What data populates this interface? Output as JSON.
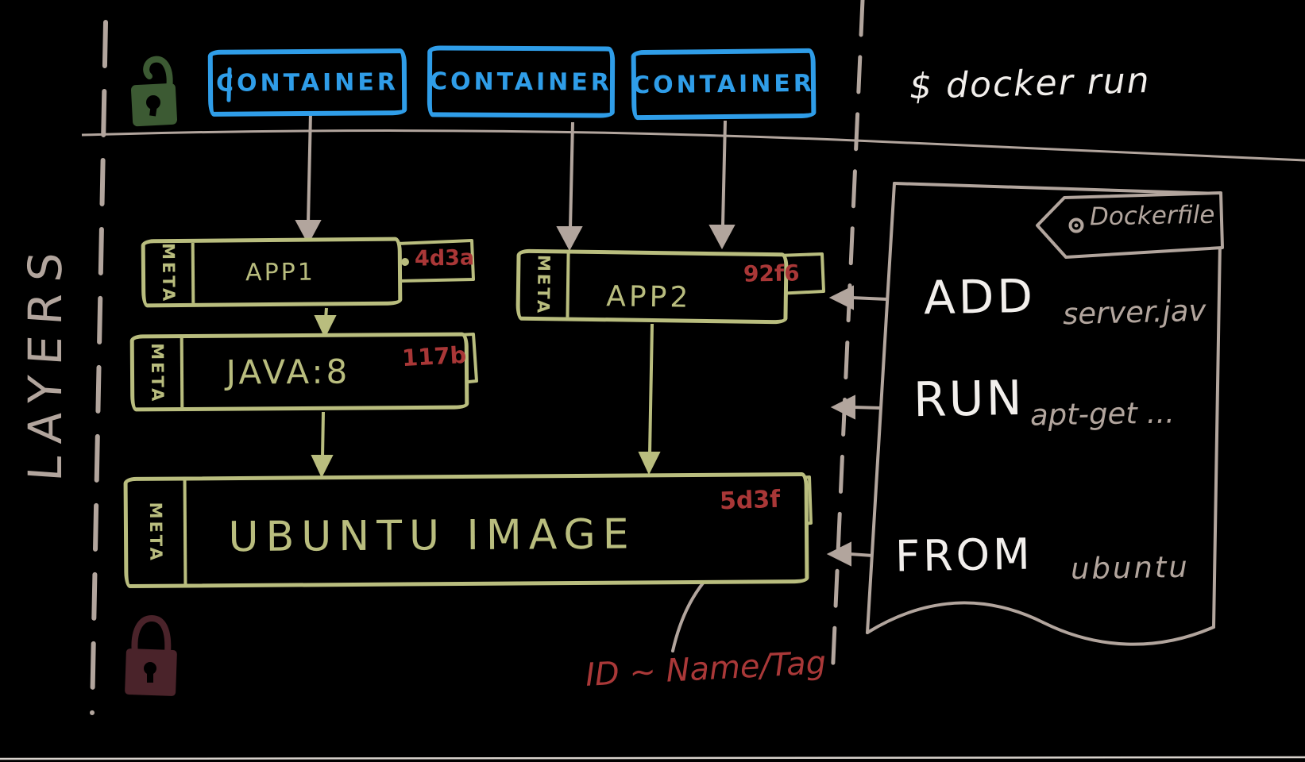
{
  "diagram_title": "LAYERS",
  "terminal": {
    "command": "$ docker run"
  },
  "containers": [
    {
      "label": "CONTAINER"
    },
    {
      "label": "CONTAINER"
    },
    {
      "label": "CONTAINER"
    }
  ],
  "layers": {
    "app1": {
      "meta": "META",
      "name": "APP1",
      "tag": "4d3a"
    },
    "app2": {
      "meta": "META",
      "name": "APP2",
      "tag": "92f6"
    },
    "java8": {
      "meta": "META",
      "name": "JAVA:8",
      "tag": "117b"
    },
    "ubuntu": {
      "meta": "META",
      "name": "UBUNTU IMAGE",
      "tag": "5d3f"
    }
  },
  "dockerfile": {
    "title": "Dockerfile",
    "instructions": [
      {
        "keyword": "ADD",
        "args": "server.jav"
      },
      {
        "keyword": "RUN",
        "args": "apt-get ..."
      },
      {
        "keyword": "FROM",
        "args": "ubuntu"
      }
    ]
  },
  "annotations": {
    "tag_note": "ID ~ Name/Tag"
  },
  "icons": {
    "top_left": "open-padlock-icon",
    "bottom_left": "closed-padlock-icon",
    "tag_hole": "tag-hole-icon"
  },
  "colors": {
    "container_blue": "#2f9de8",
    "layer_olive": "#b9bd7e",
    "tag_red": "#a93737",
    "chalk_gray": "#b2a59d",
    "text_white": "#f2efec",
    "lock_green": "#3c5a33",
    "lock_maroon": "#4a232a",
    "note_red": "#a93838"
  }
}
